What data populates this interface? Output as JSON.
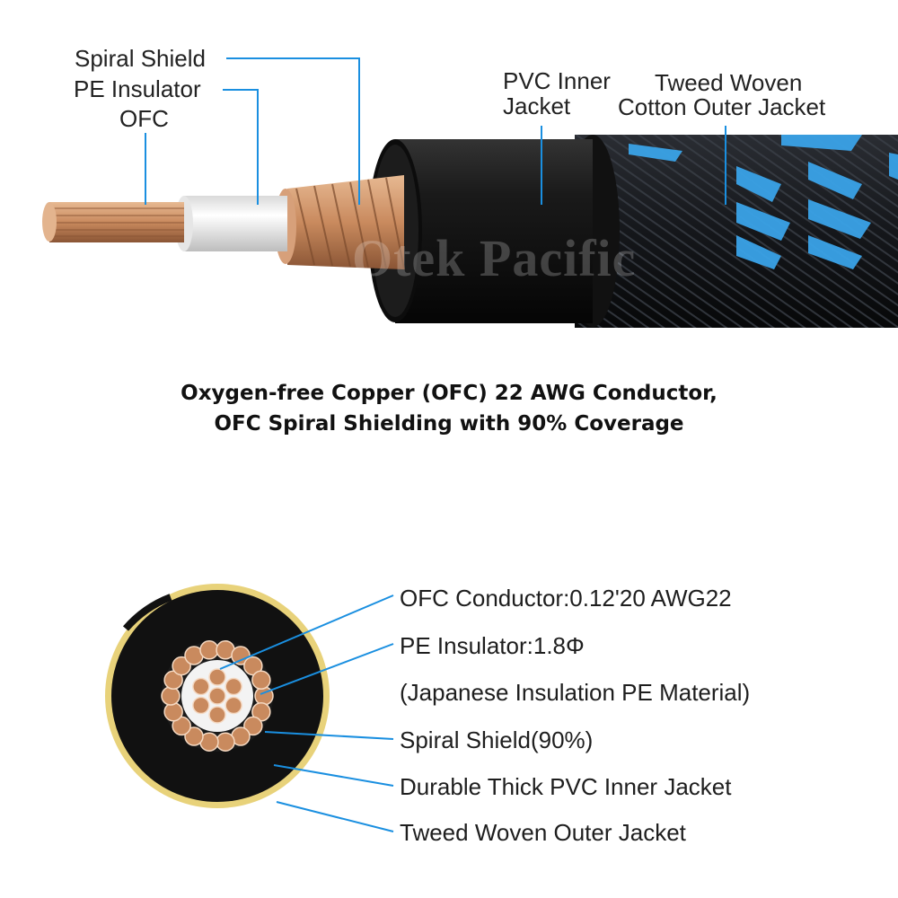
{
  "top_labels": {
    "spiral_shield": "Spiral Shield",
    "pe_insulator": "PE Insulator",
    "ofc": "OFC",
    "pvc_inner_line1": "PVC Inner",
    "pvc_inner_line2": "Jacket",
    "tweed_line1": "Tweed Woven",
    "tweed_line2": "Cotton Outer Jacket"
  },
  "watermark": "Otek Pacific",
  "caption": {
    "line1": "Oxygen-free Copper (OFC) 22 AWG Conductor,",
    "line2": "OFC Spiral Shielding with 90% Coverage"
  },
  "specs": [
    "OFC Conductor:0.12'20 AWG22",
    "PE Insulator:1.8Φ",
    "(Japanese Insulation PE Material)",
    "Spiral Shield(90%)",
    "Durable Thick PVC Inner Jacket",
    "Tweed Woven Outer Jacket"
  ],
  "colors": {
    "leader_line": "#1a8fe0",
    "copper": "#c98a5e",
    "jacket": "#111111",
    "tweed_blue": "#3aa3e8",
    "tweed_yellow": "#e8d27a",
    "insulator": "#f1f1f1"
  }
}
